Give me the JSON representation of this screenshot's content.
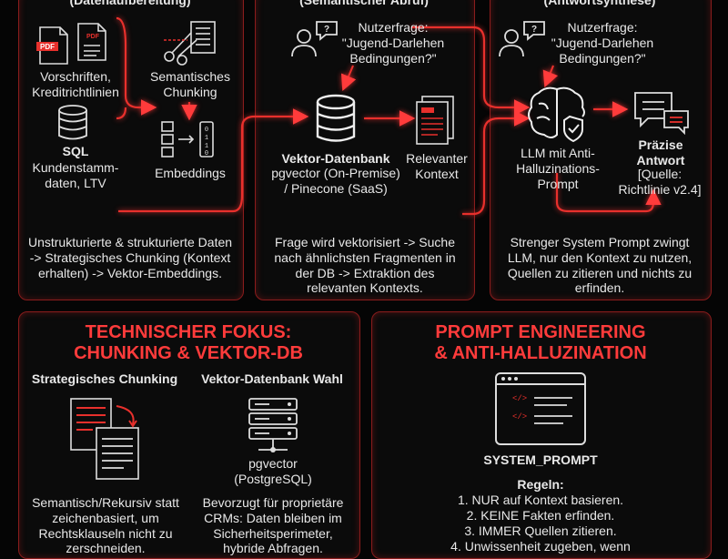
{
  "top": {
    "p1": {
      "heading": "(Datenaufbereitung)",
      "docs_label": "Vorschriften,\nKreditrichtlinien",
      "sql_title": "SQL",
      "sql_label": "Kundenstamm-\ndaten, LTV",
      "chunk_label": "Semantisches\nChunking",
      "embed_label": "Embeddings",
      "desc": "Unstrukturierte & strukturierte Daten -> Strategisches Chunking (Kontext erhalten) -> Vektor-Embeddings."
    },
    "p2": {
      "heading": "(Semantischer Abruf)",
      "query": "Nutzerfrage:\n\"Jugend-Darlehen\nBedingungen?\"",
      "db_title": "Vektor-Datenbank",
      "db_sub": "pgvector (On-Premise)\n/ Pinecone (SaaS)",
      "ctx_label": "Relevanter\nKontext",
      "desc": "Frage wird vektorisiert -> Suche nach ähnlichsten Fragmenten in der DB -> Extraktion des relevanten Kontexts."
    },
    "p3": {
      "heading": "(Antwortsynthese)",
      "query": "Nutzerfrage:\n\"Jugend-Darlehen\nBedingungen?\"",
      "llm_label": "LLM mit Anti-\nHalluzinations-\nPrompt",
      "answer_title": "Präzise\nAntwort",
      "answer_src": "[Quelle:\nRichtlinie v2.4]",
      "desc": "Strenger System Prompt zwingt LLM, nur den Kontext zu nutzen, Quellen zu zitieren und nichts zu erfinden."
    }
  },
  "bottom": {
    "left": {
      "title": "TECHNISCHER FOKUS:\nCHUNKING & VEKTOR-DB",
      "col1_title": "Strategisches Chunking",
      "col1_text": "Semantisch/Rekursiv statt zeichenbasiert, um Rechtsklauseln nicht zu zerschneiden.",
      "col2_title": "Vektor-Datenbank Wahl",
      "col2_db": "pgvector\n(PostgreSQL)",
      "col2_text": "Bevorzugt für proprietäre CRMs: Daten bleiben im Sicherheitsperimeter, hybride Abfragen."
    },
    "right": {
      "title": "PROMPT ENGINEERING\n& ANTI-HALLUZINATION",
      "prompt_label": "SYSTEM_PROMPT",
      "rules_title": "Regeln:",
      "rules": [
        "1. NUR auf Kontext basieren.",
        "2. KEINE Fakten erfinden.",
        "3. IMMER Quellen zitieren.",
        "4. Unwissenheit zugeben, wenn"
      ]
    }
  },
  "colors": {
    "accent": "#ff3b3b",
    "border": "#8a1c1c",
    "bg": "#050505"
  }
}
